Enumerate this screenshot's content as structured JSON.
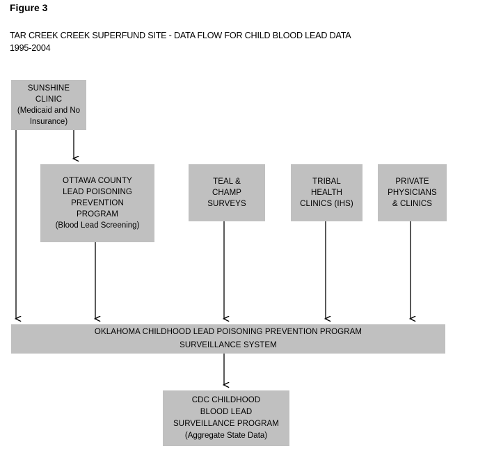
{
  "figure": {
    "label": "Figure 3",
    "title_line1": "TAR CREEK CREEK SUPERFUND SITE - DATA FLOW FOR CHILD BLOOD LEAD DATA",
    "title_line2": "1995-2004"
  },
  "colors": {
    "node_fill": "#C0C0C0",
    "edge_stroke": "#000000",
    "background": "#FFFFFF",
    "text": "#000000"
  },
  "nodes": [
    {
      "id": "sunshine-clinic",
      "lines": [
        "SUNSHINE",
        "CLINIC",
        "(Medicaid and No",
        "Insurance)"
      ]
    },
    {
      "id": "ottawa-county-lead-poisoning-prevention-program",
      "lines": [
        "OTTAWA COUNTY",
        "LEAD POISONING",
        "PREVENTION",
        "PROGRAM",
        "(Blood Lead Screening)"
      ]
    },
    {
      "id": "teal-champ-surveys",
      "lines": [
        "TEAL &",
        "CHAMP",
        "SURVEYS"
      ]
    },
    {
      "id": "tribal-health-clinics",
      "lines": [
        "TRIBAL",
        "HEALTH",
        "CLINICS (IHS)"
      ]
    },
    {
      "id": "private-physicians-clinics",
      "lines": [
        "PRIVATE",
        "PHYSICIANS",
        "& CLINICS"
      ]
    },
    {
      "id": "oklahoma-childhood-lead-poisoning-prevention-program",
      "lines": [
        "OKLAHOMA CHILDHOOD LEAD POISONING PREVENTION PROGRAM",
        "SURVEILLANCE SYSTEM"
      ]
    },
    {
      "id": "cdc-childhood-blood-lead-surveillance-program",
      "lines": [
        "CDC CHILDHOOD",
        "BLOOD LEAD",
        "SURVEILLANCE PROGRAM",
        "(Aggregate State Data)"
      ]
    }
  ],
  "edges": [
    {
      "id": "sunshine-to-oklahoma",
      "from": "sunshine-clinic",
      "to": "oklahoma-childhood-lead-poisoning-prevention-program"
    },
    {
      "id": "sunshine-to-ottawa",
      "from": "sunshine-clinic",
      "to": "ottawa-county-lead-poisoning-prevention-program"
    },
    {
      "id": "ottawa-to-oklahoma",
      "from": "ottawa-county-lead-poisoning-prevention-program",
      "to": "oklahoma-childhood-lead-poisoning-prevention-program"
    },
    {
      "id": "teal-to-oklahoma",
      "from": "teal-champ-surveys",
      "to": "oklahoma-childhood-lead-poisoning-prevention-program"
    },
    {
      "id": "tribal-to-oklahoma",
      "from": "tribal-health-clinics",
      "to": "oklahoma-childhood-lead-poisoning-prevention-program"
    },
    {
      "id": "private-to-oklahoma",
      "from": "private-physicians-clinics",
      "to": "oklahoma-childhood-lead-poisoning-prevention-program"
    },
    {
      "id": "oklahoma-to-cdc",
      "from": "oklahoma-childhood-lead-poisoning-prevention-program",
      "to": "cdc-childhood-blood-lead-surveillance-program"
    }
  ]
}
